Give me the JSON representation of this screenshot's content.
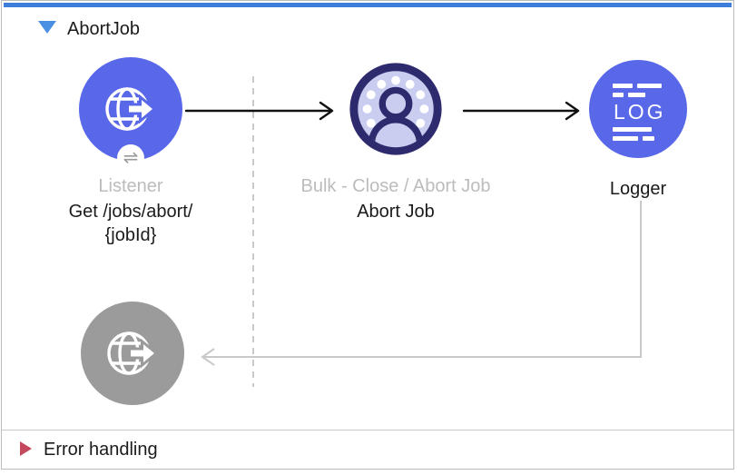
{
  "colors": {
    "accent_bar": "#3d7edb",
    "header_triangle": "#4a90e2",
    "node_blue": "#5968e8",
    "node_gray": "#9b9b9b",
    "bulk_fill": "#c9cdf0",
    "bulk_border": "#2d2a6e",
    "muted_label": "#bcbcbc",
    "wire_gray": "#c9c9c9",
    "error_triangle": "#c4485e"
  },
  "header": {
    "title": "AbortJob"
  },
  "nodes": {
    "listener": {
      "type_label": "Listener",
      "name_line1": "Get /jobs/abort/",
      "name_line2": "{jobId}",
      "badge_glyph": "⇌"
    },
    "abort_job": {
      "type_label": "Bulk - Close / Abort Job",
      "name": "Abort Job"
    },
    "logger": {
      "name": "Logger",
      "icon_text": "LOG"
    }
  },
  "error_handling": {
    "label": "Error handling"
  }
}
